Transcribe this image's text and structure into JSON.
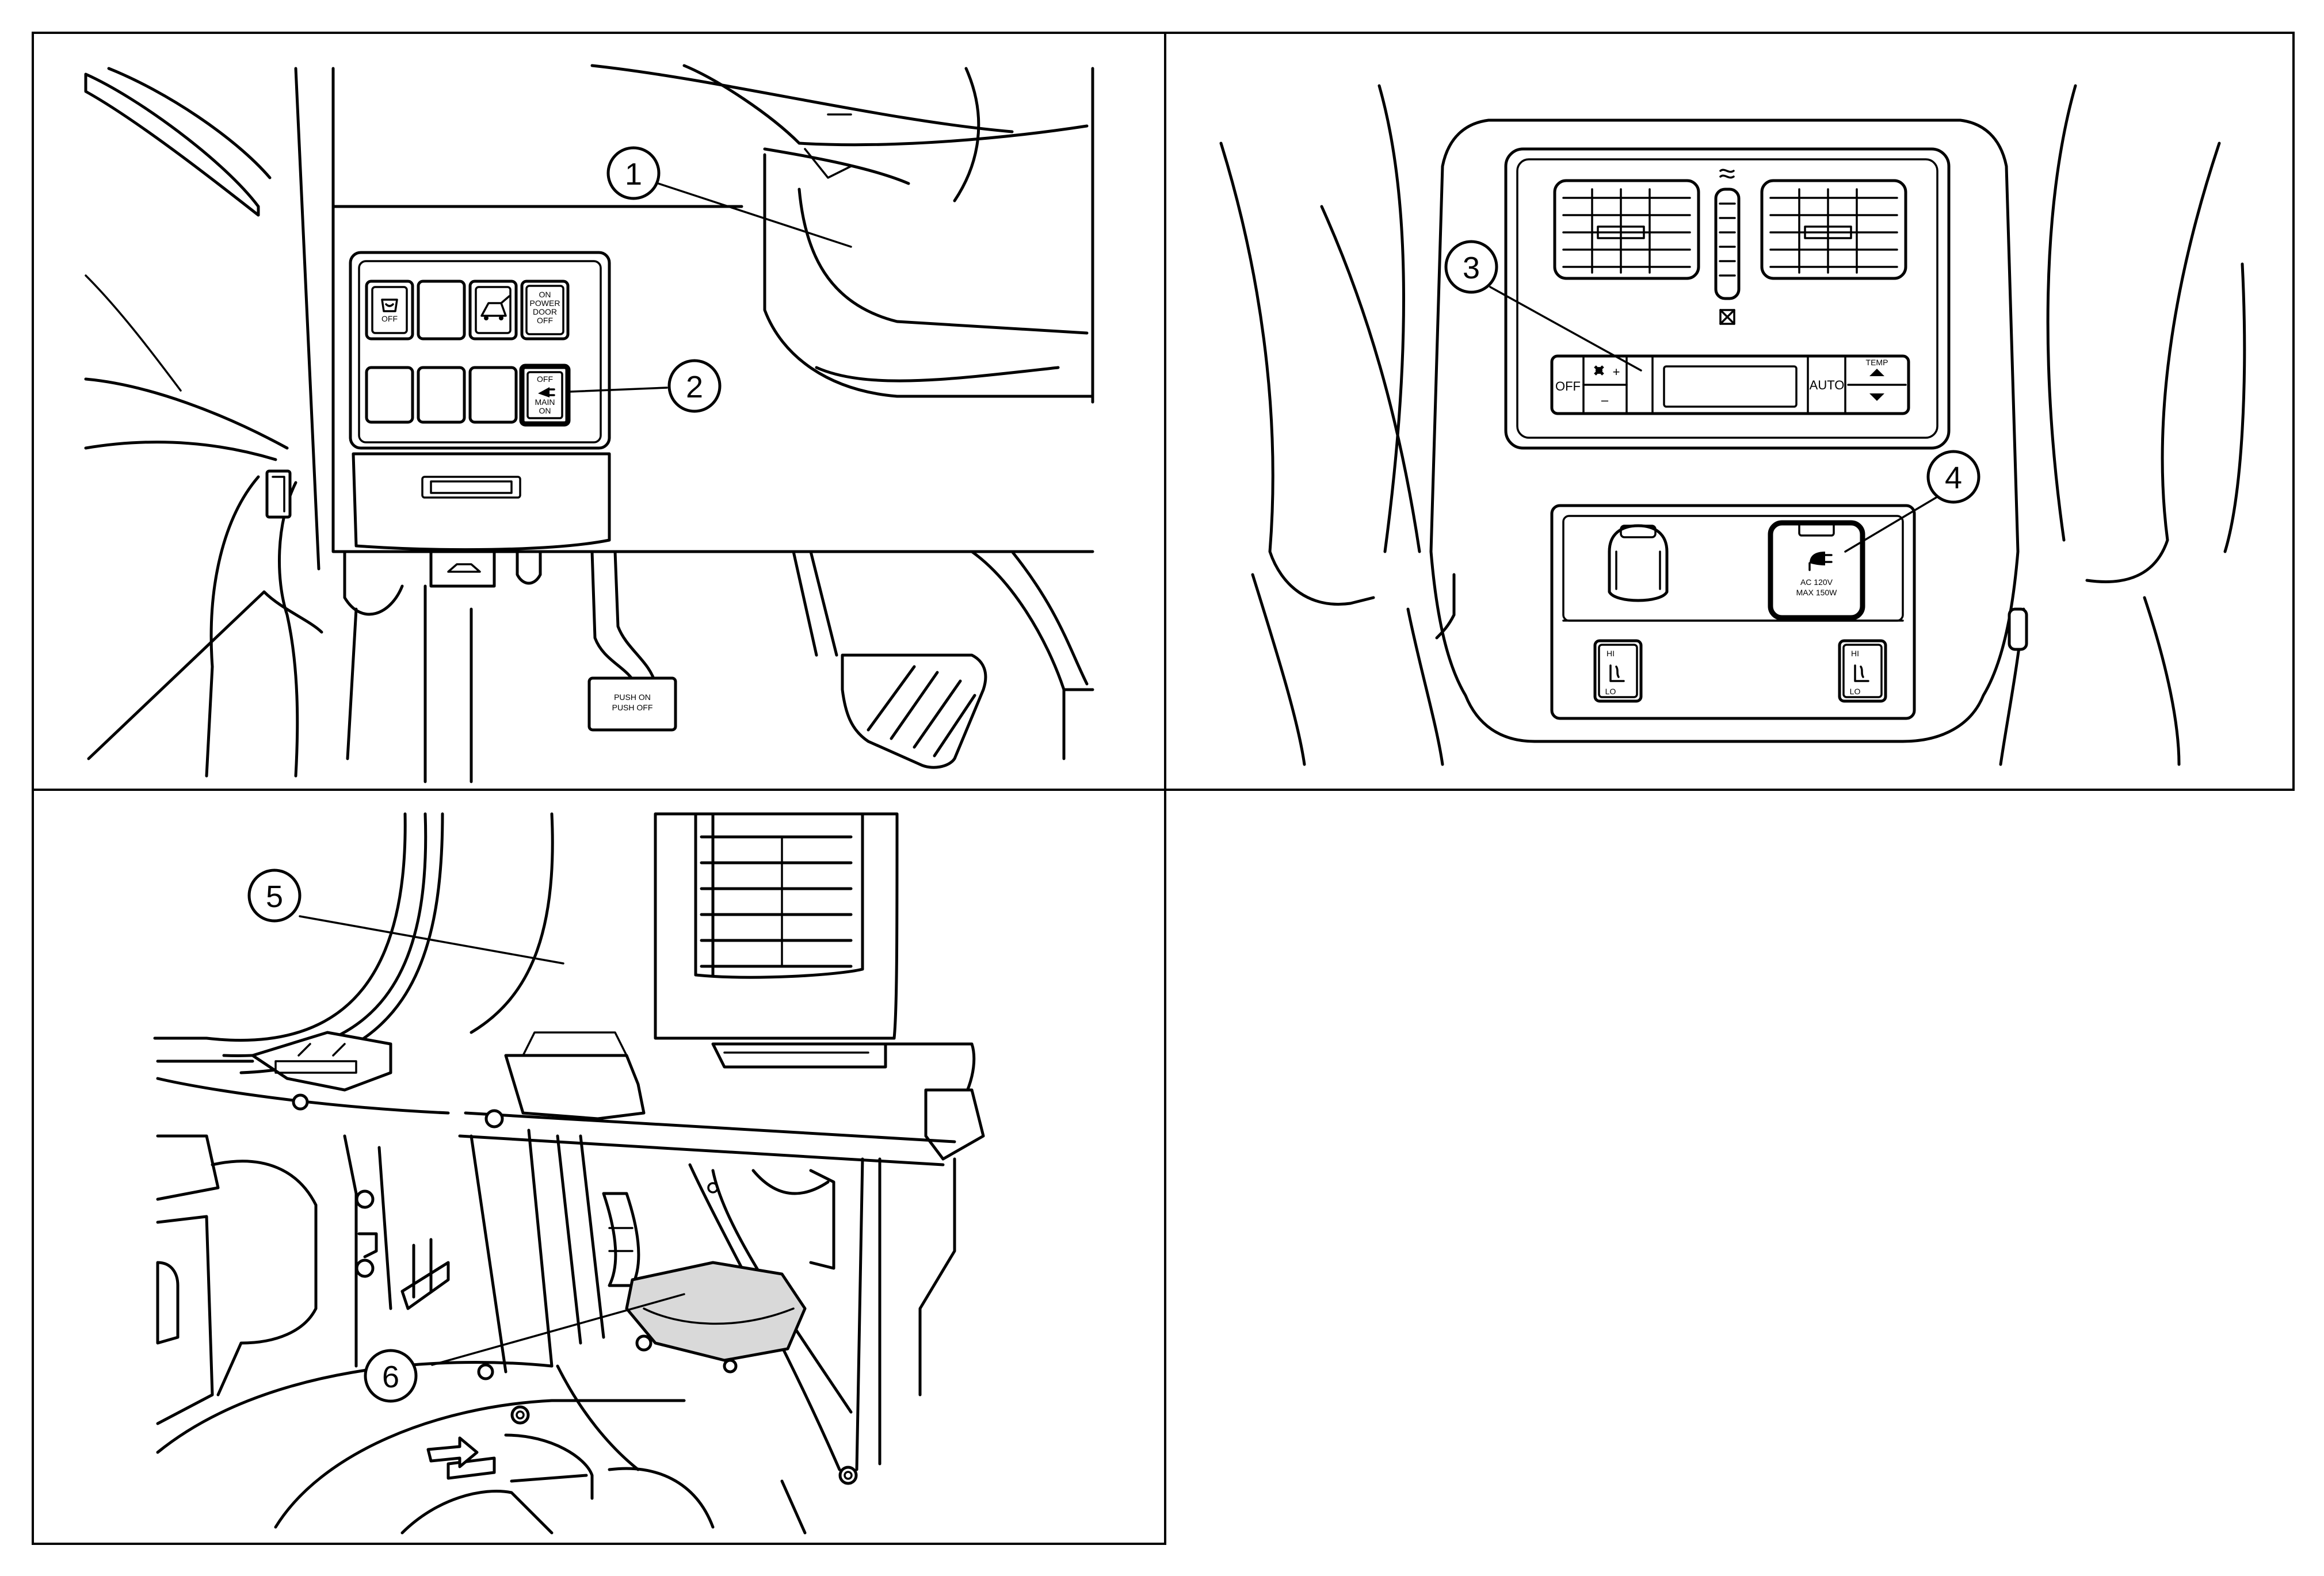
{
  "panels": {
    "top_left": {
      "callouts": [
        "1",
        "2"
      ],
      "switch_labels": {
        "vdc_off": "OFF",
        "power_door_line1": "ON",
        "power_door_line2": "POWER",
        "power_door_line3": "DOOR",
        "power_door_line4": "OFF",
        "main_switch_line1": "OFF",
        "main_switch_line2": "MAIN",
        "main_switch_line3": "ON",
        "push_line1": "PUSH ON",
        "push_line2": "PUSH OFF"
      }
    },
    "top_right": {
      "callouts": [
        "3",
        "4"
      ],
      "climate_labels": {
        "off": "OFF",
        "fan_plus": "+",
        "fan_minus": "–",
        "auto": "AUTO",
        "temp": "TEMP"
      },
      "outlet_labels": {
        "line1": "AC 120V",
        "line2": "MAX 150W"
      },
      "seat_heater_labels": {
        "hi": "HI",
        "lo": "LO"
      }
    },
    "bottom_left": {
      "callouts": [
        "5",
        "6"
      ]
    }
  },
  "icons": [
    "vdc-off-icon",
    "hatch-car-icon",
    "power-plug-icon",
    "fan-icon",
    "seat-heater-icon",
    "airflow-icon"
  ]
}
